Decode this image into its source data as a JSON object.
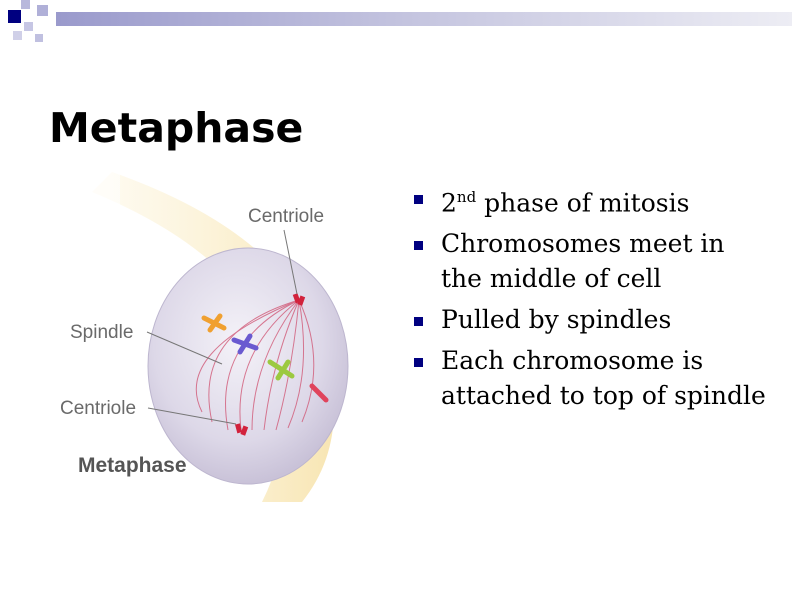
{
  "slide": {
    "title": "Metaphase",
    "accent_color": "#000080",
    "deco_color": "#b0b0d8"
  },
  "figure": {
    "labels": {
      "centriole_top": "Centriole",
      "spindle": "Spindle",
      "centriole_bottom": "Centriole",
      "caption": "Metaphase"
    }
  },
  "bullets": [
    {
      "main": "2",
      "superscript": "nd",
      "rest": " phase of mitosis"
    },
    {
      "text": "Chromosomes meet in the middle of cell"
    },
    {
      "text": "Pulled by spindles"
    },
    {
      "text": "Each chromosome is attached to top of spindle"
    }
  ]
}
